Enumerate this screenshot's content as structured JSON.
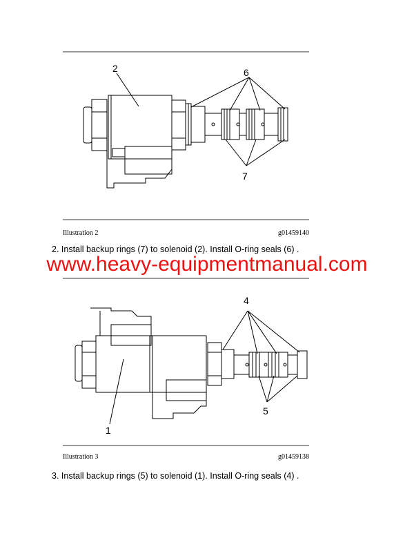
{
  "figures": [
    {
      "caption_label": "Illustration 2",
      "caption_id": "g01459140",
      "callouts": [
        "2",
        "6",
        "7"
      ],
      "step_text": "2.  Install backup rings (7) to solenoid (2). Install O-ring seals (6) ."
    },
    {
      "caption_label": "Illustration 3",
      "caption_id": "g01459138",
      "callouts": [
        "4",
        "1",
        "5"
      ],
      "step_text": "3.  Install backup rings (5) to solenoid (1). Install O-ring seals (4) ."
    }
  ],
  "watermark": {
    "text": "www.heavy-equipmentmanual.com",
    "color": "#ee1111"
  }
}
